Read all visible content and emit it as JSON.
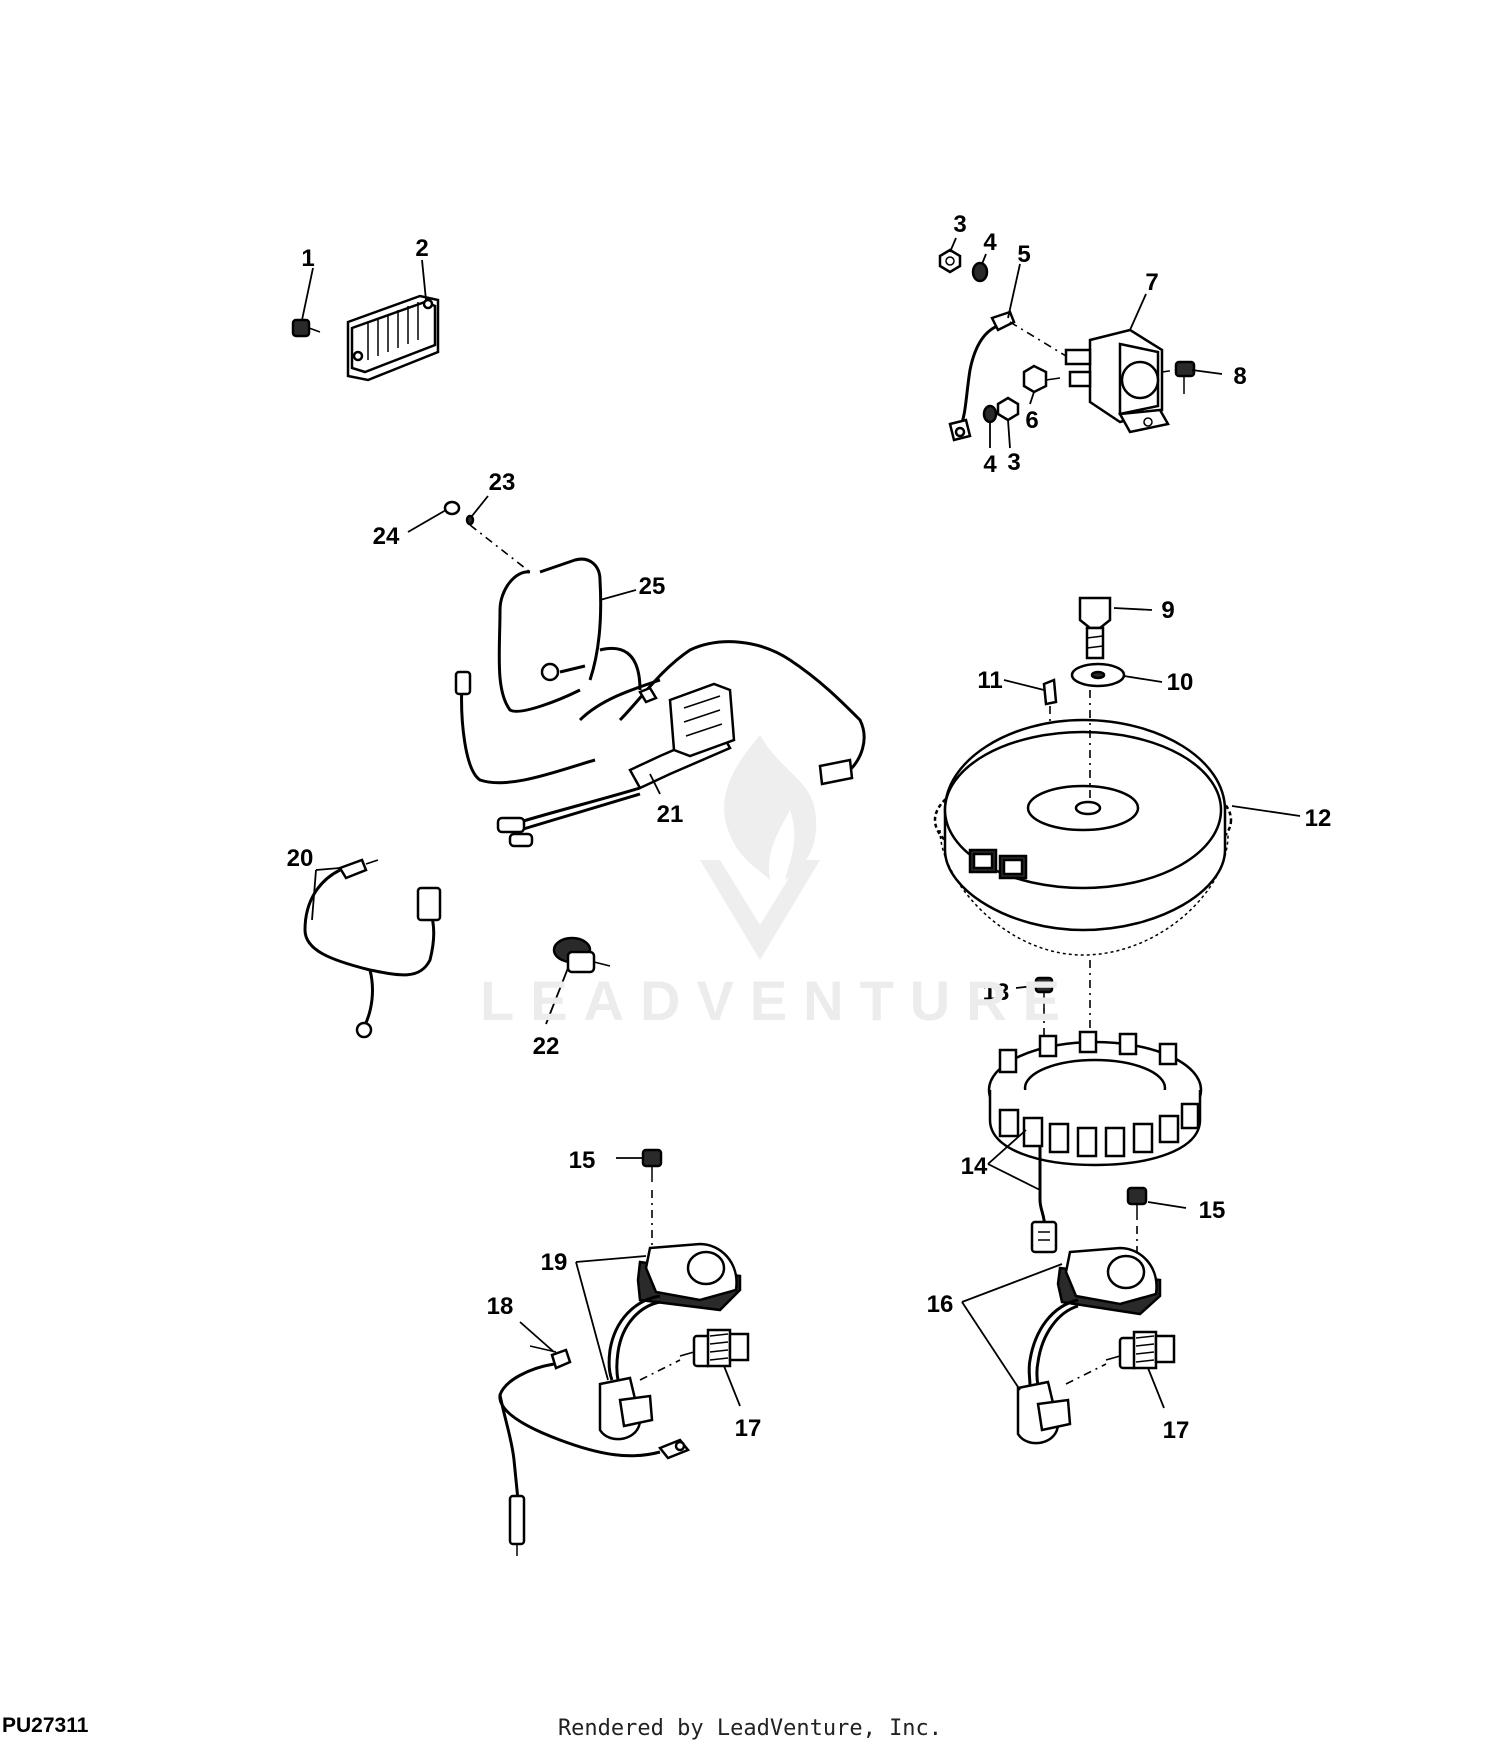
{
  "figure_id": "PU27311",
  "footer_credit": "Rendered by LeadVenture, Inc.",
  "watermark_text": "LEADVENTURE",
  "callouts": {
    "c1": "1",
    "c2": "2",
    "c3a": "3",
    "c4a": "4",
    "c5": "5",
    "c7": "7",
    "c8": "8",
    "c6": "6",
    "c4b": "4",
    "c3b": "3",
    "c23": "23",
    "c24": "24",
    "c25": "25",
    "c9": "9",
    "c11": "11",
    "c10": "10",
    "c12": "12",
    "c21": "21",
    "c20": "20",
    "c13": "13",
    "c22": "22",
    "c14": "14",
    "c15a": "15",
    "c15b": "15",
    "c19": "19",
    "c18": "18",
    "c16": "16",
    "c17a": "17",
    "c17b": "17"
  }
}
